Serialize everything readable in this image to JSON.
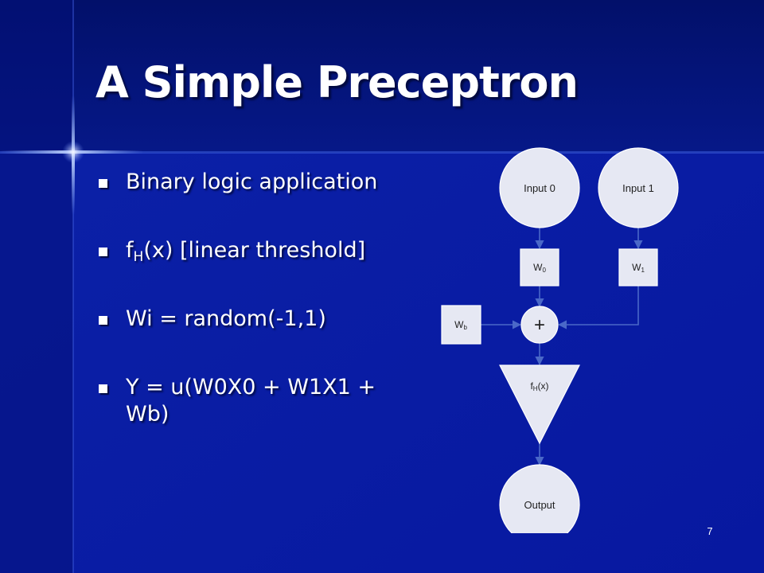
{
  "slide": {
    "title": "A Simple Preceptron",
    "page_number": "7",
    "colors": {
      "background_top": "#04147a",
      "background_main": "#0a1a9c",
      "node_fill": "#e6e8f3",
      "connector": "#4a68c8"
    }
  },
  "bullets": [
    {
      "text": "Binary logic application"
    },
    {
      "main": "f",
      "sub": "H",
      "rest": "(x) [linear threshold]"
    },
    {
      "text": "Wi = random(-1,1)"
    },
    {
      "text": "Y = u(W0X0 + W1X1 + Wb)"
    }
  ],
  "diagram": {
    "input0": "Input 0",
    "input1": "Input 1",
    "w0": {
      "main": "W",
      "sub": "0"
    },
    "w1": {
      "main": "W",
      "sub": "1"
    },
    "wb": {
      "main": "W",
      "sub": "b"
    },
    "sum": "+",
    "activation": {
      "main": "f",
      "sub": "H",
      "rest": "(x)"
    },
    "output": "Output"
  }
}
